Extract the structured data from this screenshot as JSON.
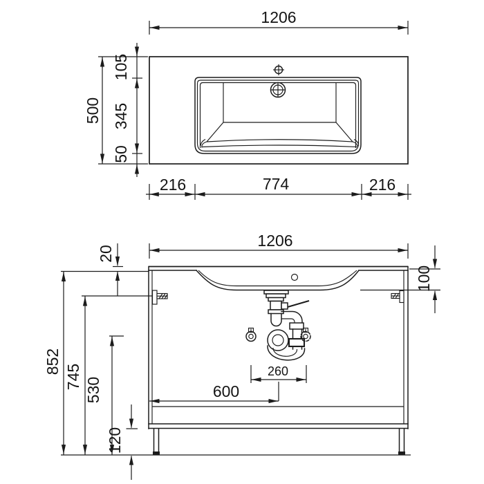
{
  "page": {
    "background": "#ffffff",
    "line_color": "#1c1c1c"
  },
  "views": {
    "plan": {
      "title": "washbasin-plan-view",
      "dims": {
        "overall_width": "1206",
        "overall_depth": "500",
        "rim_to_basin": "105",
        "basin_depth": "345",
        "basin_to_front": "50",
        "left_margin": "216",
        "basin_width": "774",
        "right_margin": "216"
      }
    },
    "front": {
      "title": "vanity-front-view",
      "dims": {
        "overall_width": "1206",
        "top_thickness": "20",
        "fixing_from_top": "100",
        "total_height": "852",
        "bracket_height": "745",
        "valve_height": "530",
        "plinth_height": "120",
        "valve_spacing": "260",
        "trap_offset": "600"
      }
    }
  }
}
